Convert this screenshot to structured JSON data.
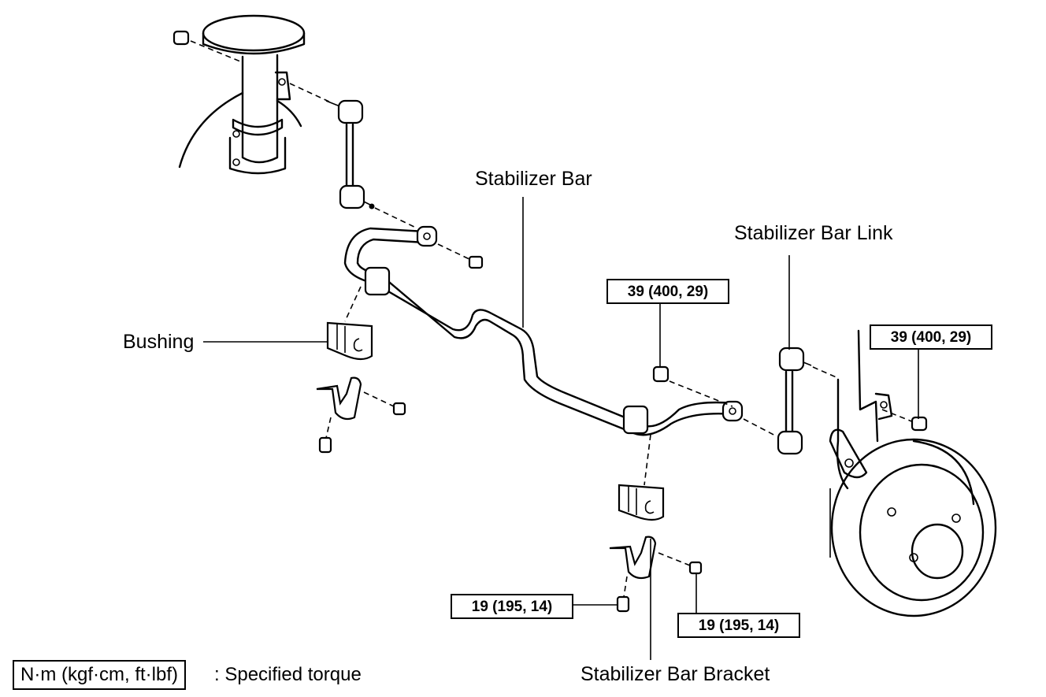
{
  "labels": {
    "stabilizer_bar": "Stabilizer Bar",
    "stabilizer_bar_link": "Stabilizer Bar Link",
    "bushing": "Bushing",
    "stabilizer_bar_bracket": "Stabilizer Bar Bracket"
  },
  "torque": {
    "link_nut_center": "39 (400, 29)",
    "link_nut_right": "39 (400, 29)",
    "bracket_bolt_lower": "19 (195, 14)",
    "bracket_bolt_right": "19 (195, 14)"
  },
  "legend": {
    "unit": "N·m (kgf·cm, ft·lbf)",
    "description": ": Specified torque"
  }
}
